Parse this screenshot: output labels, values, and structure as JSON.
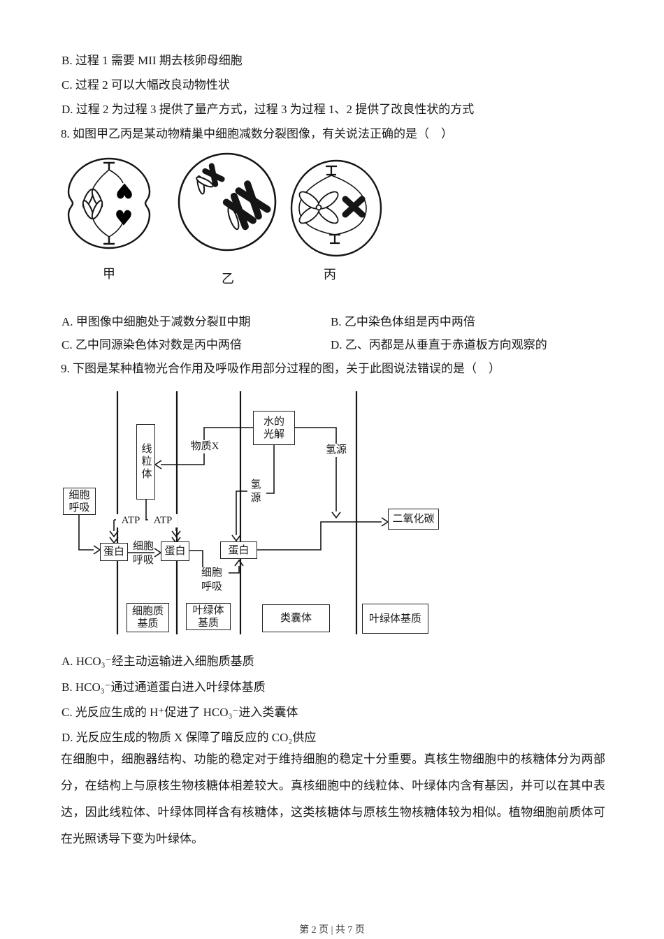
{
  "q7": {
    "option_b": "B. 过程 1 需要 MII 期去核卵母细胞",
    "option_c": "C. 过程 2 可以大幅改良动物性状",
    "option_d": "D. 过程 2 为过程 3 提供了量产方式，过程 3 为过程 1、2 提供了改良性状的方式"
  },
  "q8": {
    "stem": "8. 如图甲乙丙是某动物精巢中细胞减数分裂图像，有关说法正确的是（　）",
    "cell_labels": {
      "jia": "甲",
      "yi": "乙",
      "bing": "丙"
    },
    "option_a": "A. 甲图像中细胞处于减数分裂Ⅱ中期",
    "option_b": "B. 乙中染色体组是丙中两倍",
    "option_c": "C. 乙中同源染色体对数是丙中两倍",
    "option_d": "D. 乙、丙都是从垂直于赤道板方向观察的"
  },
  "q9": {
    "stem": "9. 下图是某种植物光合作用及呼吸作用部分过程的图，关于此图说法错误的是（　）",
    "diagram": {
      "water_photolysis": "水的\n光解",
      "mitochondrion": "线粒体",
      "cell_respiration": "细胞\n呼吸",
      "carbon_dioxide": "二氧化碳",
      "protein": "蛋白",
      "substance_x": "物质X",
      "hydrogen_source": "氢源",
      "hydrogen_source_stacked": "氢\n源",
      "atp": "ATP",
      "cytosol": "细胞质\n基质",
      "chloroplast_stroma": "叶绿体\n基质",
      "thylakoid": "类囊体",
      "chloroplast_stroma_right": "叶绿体基质"
    },
    "option_a": "A. HCO₃⁻经主动运输进入细胞质基质",
    "option_b": "B. HCO₃⁻通过通道蛋白进入叶绿体基质",
    "option_c": "C. 光反应生成的 H⁺促进了 HCO₃⁻进入类囊体",
    "option_d": "D. 光反应生成的物质 X 保障了暗反应的 CO₂供应"
  },
  "passage": "在细胞中，细胞器结构、功能的稳定对于维持细胞的稳定十分重要。真核生物细胞中的核糖体分为两部分，在结构上与原核生物核糖体相差较大。真核细胞中的线粒体、叶绿体内含有基因，并可以在其中表达，因此线粒体、叶绿体同样含有核糖体，这类核糖体与原核生物核糖体较为相似。植物细胞前质体可在光照诱导下变为叶绿体。",
  "footer": {
    "page_indicator": "第 2 页 | 共 7 页"
  }
}
